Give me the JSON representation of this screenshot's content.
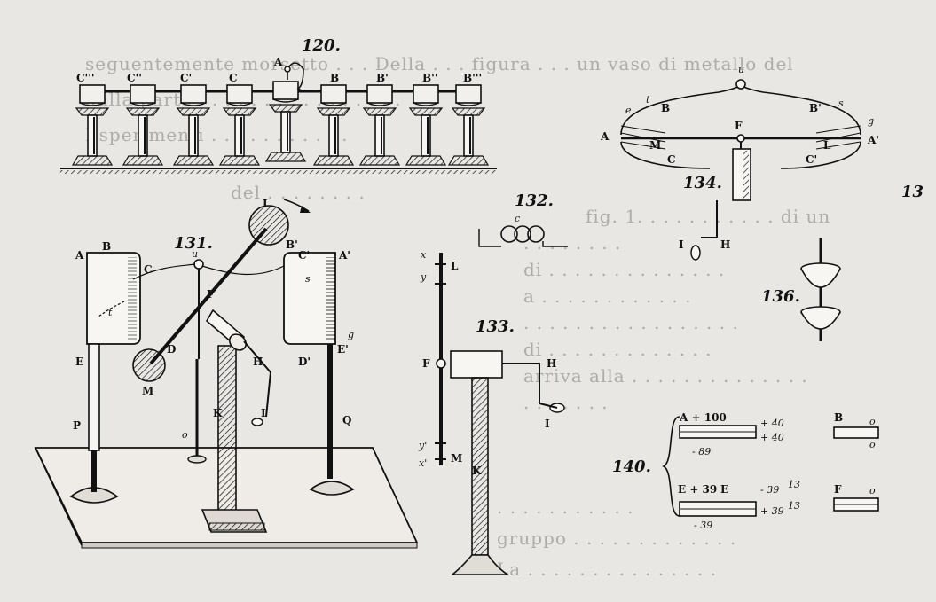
{
  "background_text": [
    "seguentemente morsetto . . . Della . . . figura . . . un vaso di metallo del",
    "dalla parte . . . . . . . . . . . . . . . .",
    "Esperimenti . . . . . . . . . . .",
    "del . . . . . . . .",
    "fig. 1. . . . . . . . . . . di un",
    ". . . . . . . .",
    "di . . . . . . . . . . . . . . ",
    "a . . . . . . . . . . . .",
    ". . . . . . . . . . . . . . . . .",
    "di . . . . . . . . . . . . . ",
    "arriva alla . . . . . . . . . . . . . .",
    ". . . . . . .",
    ". . . . . . . . . . .",
    "gruppo . . . . . . . . . . . . . ",
    "La . . . . . . . . . . . . . . ."
  ],
  "fig120": {
    "number": "120.",
    "labels": [
      "C'''",
      "C''",
      "C'",
      "C",
      "A",
      "B",
      "B'",
      "B''",
      "B'''"
    ]
  },
  "fig131": {
    "number": "131.",
    "labels": {
      "A": "A",
      "B": "B",
      "C": "C",
      "D": "D",
      "E": "E",
      "F": "F",
      "H": "H",
      "I": "I",
      "K": "K",
      "L": "L",
      "M": "M",
      "P": "P",
      "Q": "Q",
      "o": "o",
      "s": "s",
      "g": "g",
      "t": "t",
      "u": "u",
      "A1": "A'",
      "B1": "B'",
      "C1": "C'",
      "D1": "D'",
      "E1": "E'"
    }
  },
  "fig132": {
    "number": "132.",
    "label": "c"
  },
  "fig133": {
    "number": "133.",
    "labels": {
      "x": "x",
      "y": "y",
      "L": "L",
      "F": "F",
      "H": "H",
      "I": "I",
      "K": "K",
      "M": "M",
      "y1": "y'",
      "x1": "x'"
    }
  },
  "fig134": {
    "number": "134.",
    "labels": {
      "u": "u",
      "e": "e",
      "t": "t",
      "B": "B",
      "B1": "B'",
      "s": "s",
      "g": "g",
      "A": "A",
      "A1": "A'",
      "M": "M",
      "L": "L",
      "F": "F",
      "C": "C",
      "C1": "C'",
      "I": "I",
      "H": "H"
    }
  },
  "fig135": {
    "number": "13"
  },
  "fig136": {
    "number": "136."
  },
  "fig140": {
    "number": "140.",
    "items": {
      "A_head": "A + 100",
      "A_a": "+ 40",
      "A_b": "+ 40",
      "A_c": "- 89",
      "B_head": "B",
      "B_a": "o",
      "B_b": "o",
      "E1_head": "E + 39",
      "E1_c": "- 39",
      "E_head": "E",
      "E_a": "- 39",
      "E_b": "+ 39",
      "E_n1": "13",
      "E_n2": "13",
      "F_head": "F",
      "F_a": "o"
    }
  }
}
